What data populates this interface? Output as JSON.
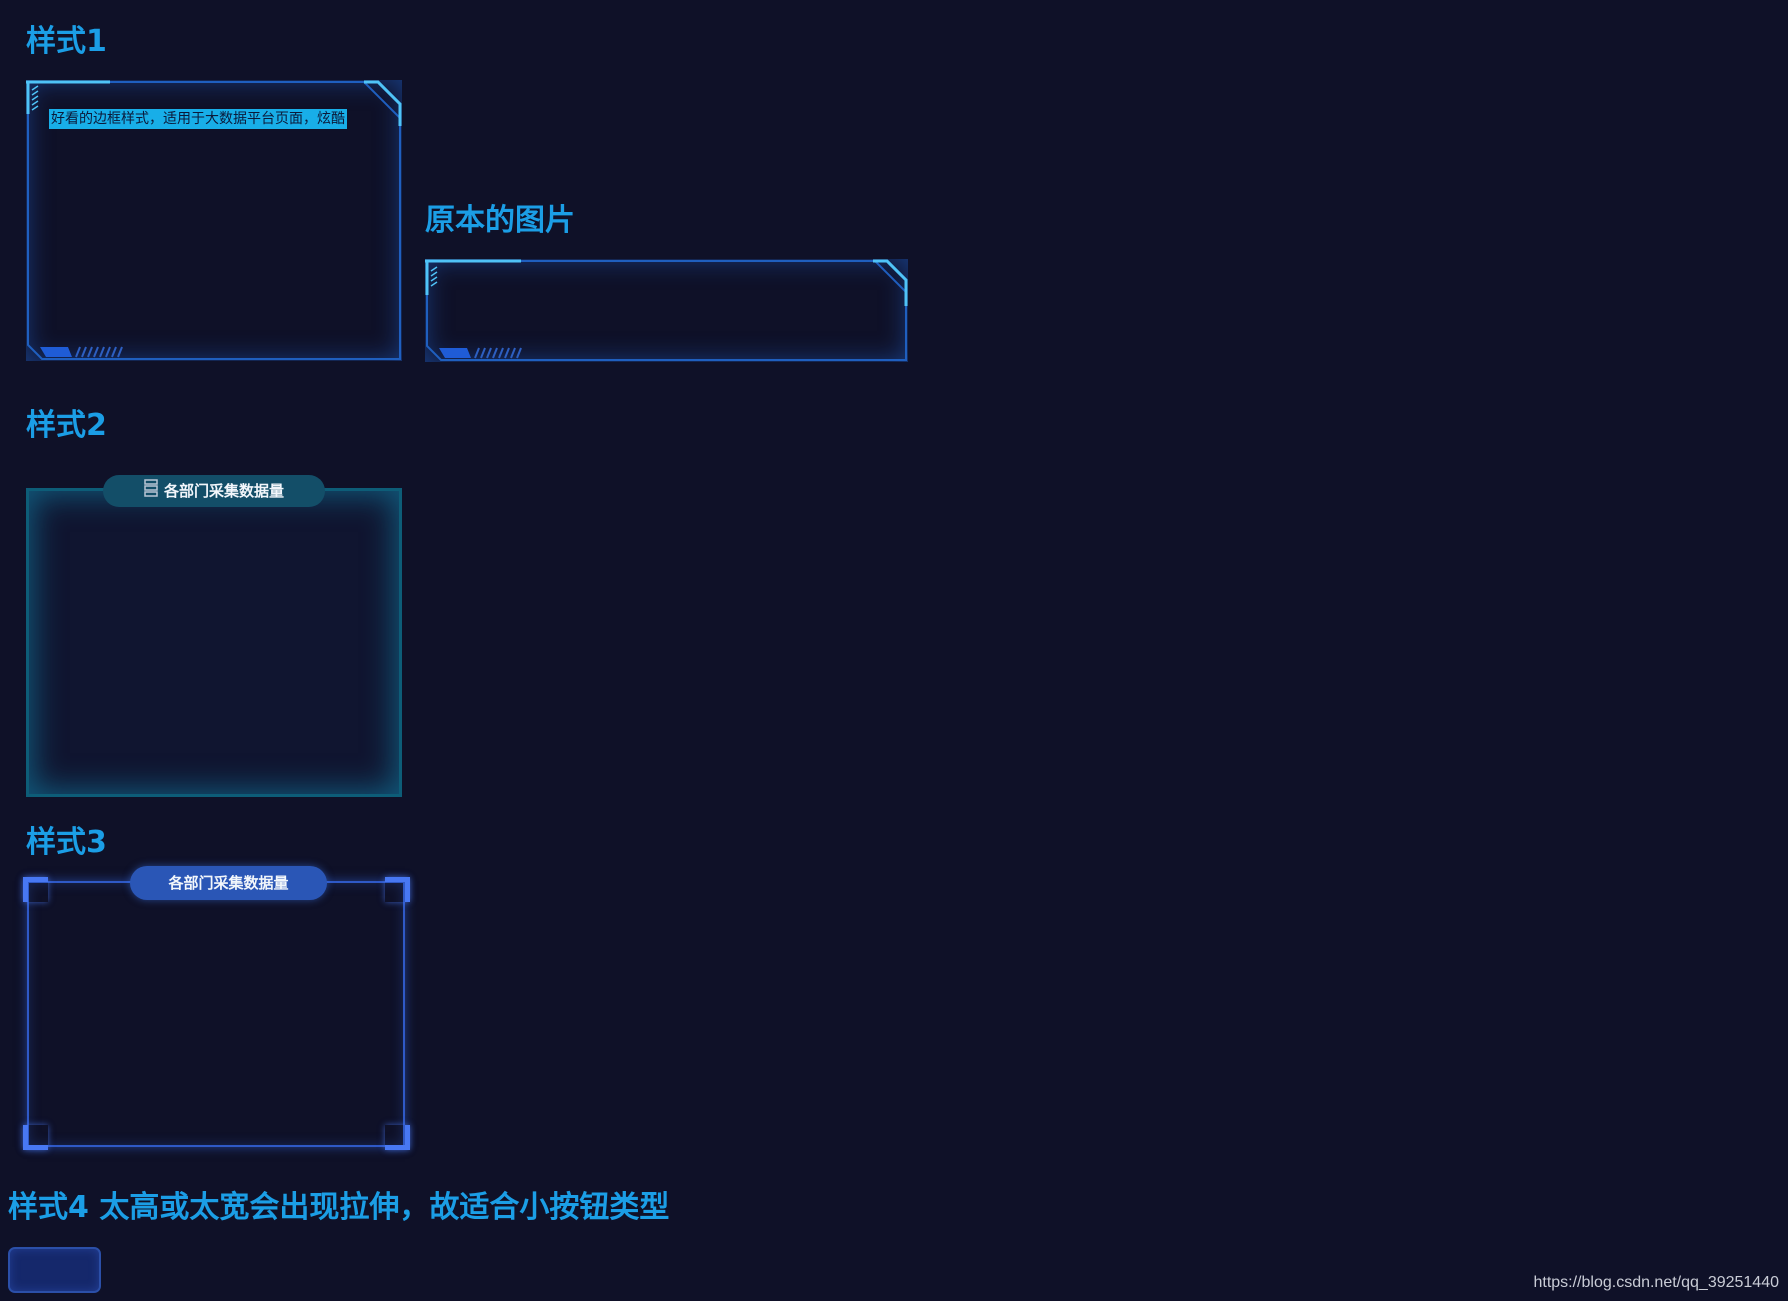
{
  "sections": {
    "style1": {
      "title": "样式1",
      "sample_text": "好看的边框样式，适用于大数据平台页面，炫酷"
    },
    "original": {
      "title": "原本的图片"
    },
    "style2": {
      "title": "样式2",
      "panel_title": "各部门采集数据量"
    },
    "style3": {
      "title": "样式3",
      "panel_title": "各部门采集数据量"
    },
    "style4": {
      "title": "样式4 太高或太宽会出现拉伸，故适合小按钮类型"
    }
  },
  "watermark": "https://blog.csdn.net/qq_39251440",
  "colors": {
    "background": "#0f1128",
    "heading": "#1b9ee6",
    "frame_highlight": "#4fc3f7",
    "frame_line": "#1f5fbf",
    "style2_glow": "#0d5d78",
    "style3_border": "#2f59c6"
  },
  "icons": [
    "database-icon"
  ]
}
